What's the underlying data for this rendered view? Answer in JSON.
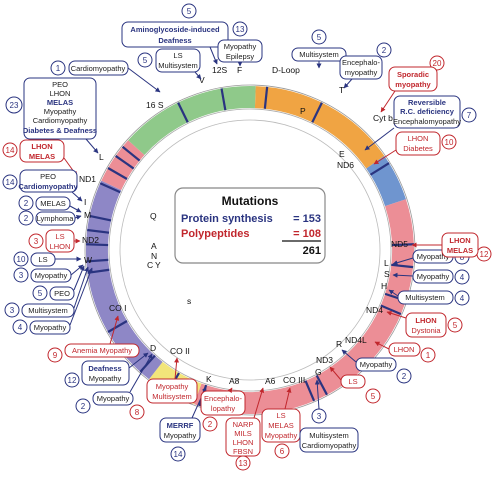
{
  "colors": {
    "navy": "#2a3480",
    "red": "#c1272d",
    "rrna_green": "#8fc98a",
    "dloop_orange": "#f0a443",
    "complex_i_pink": "#ec8e96",
    "complex_iv_purple": "#8e87c6",
    "complex_v_yellow": "#f2e57a",
    "cytb_blue": "#6f95cf"
  },
  "center_box": {
    "title": "Mutations",
    "protein_label": "Protein synthesis",
    "protein_eq": "= 153",
    "poly_label": "Polypeptides",
    "poly_eq": "= 108",
    "total": "261"
  },
  "genes": {
    "d_loop": "D-Loop",
    "f": "F",
    "v": "V",
    "s12": "12S",
    "s16": "16 S",
    "l_upper": "L",
    "nd1": "ND1",
    "i": "I",
    "q": "Q",
    "m": "M",
    "nd2": "ND2",
    "w": "W",
    "a": "A",
    "n": "N",
    "c": "C",
    "y": "Y",
    "s_inner": "s",
    "co1": "CO I",
    "d": "D",
    "co2": "CO II",
    "k": "K",
    "a8": "A8",
    "a6": "A6",
    "co3": "CO III",
    "g": "G",
    "nd3": "ND3",
    "r": "R",
    "nd4l": "ND4L",
    "nd4": "ND4",
    "h": "H",
    "s_right": "S",
    "l_right": "L",
    "nd5": "ND5",
    "nd6": "ND6",
    "e": "E",
    "cytb": "Cyt b",
    "t": "T",
    "p": "P"
  },
  "callouts": {
    "c16s_card": {
      "count": "1",
      "text": "Cardiomyopathy"
    },
    "c12s_deaf": {
      "count": "5",
      "text1": "Aminoglycoside-induced",
      "text2": "Deafness"
    },
    "cv_ls": {
      "count": "5",
      "text1": "LS",
      "text2": "Multisystem"
    },
    "cf_myo": {
      "count": "13",
      "text1": "Myopathy",
      "text2": "Epilepsy"
    },
    "cdl_multi": {
      "count": "5",
      "text": "Multisystem"
    },
    "ct_ence": {
      "count": "2",
      "text1": "Encephalo-",
      "text2": "myopathy"
    },
    "ccytb_spor": {
      "count": "20",
      "text1": "Sporadic",
      "text2": "myopathy"
    },
    "cp_rev": {
      "count": "7",
      "text1": "Reversible",
      "text2": "R.C. deficiency",
      "text3": "Encephalomyopathy"
    },
    "cnd6": {
      "count": "10",
      "text1": "LHON",
      "text2": "Diabetes"
    },
    "cl_big": {
      "count": "23",
      "text1": "PEO",
      "text2": "LHON",
      "text3": "MELAS",
      "text4": "Myopathy",
      "text5": "Cardiomyopathy",
      "text6": "Diabetes & Deafness"
    },
    "cnd1": {
      "count": "14",
      "text1": "LHON",
      "text2": "MELAS"
    },
    "ci": {
      "count": "14",
      "text1": "PEO",
      "text2": "Cardiomyopathy"
    },
    "cm_melas": {
      "count": "2",
      "text": "MELAS"
    },
    "cm_lymph": {
      "count": "2",
      "text": "Lymphoma"
    },
    "cnd2": {
      "count": "3",
      "text1": "LS",
      "text2": "LHON"
    },
    "cw_ls": {
      "count": "10",
      "text": "LS"
    },
    "cw_myo": {
      "count": "3",
      "text": "Myopathy"
    },
    "cw_peo": {
      "count": "5",
      "text": "PEO"
    },
    "cw_multi": {
      "count": "3",
      "text": "Multisystem"
    },
    "cw_myo2": {
      "count": "4",
      "text": "Myopathy"
    },
    "cco1": {
      "count": "9",
      "text": "Anemia Myopathy"
    },
    "cd_deaf": {
      "count": "12",
      "text1": "Deafness",
      "text2": "Myopathy"
    },
    "cd_myo": {
      "count": "2",
      "text": "Myopathy"
    },
    "cco2": {
      "count": "8",
      "text1": "Myopathy",
      "text2": "Multisystem"
    },
    "ck_merrf": {
      "count": "14",
      "text1": "MERRF",
      "text2": "Myopathy"
    },
    "ca8": {
      "count": "2",
      "text1": "Encephalo-",
      "text2": "lopathy"
    },
    "ca6": {
      "count": "13",
      "text1": "NARP",
      "text2": "MILS",
      "text3": "LHON",
      "text4": "FBSN"
    },
    "cco3": {
      "count": "6",
      "text1": "LS",
      "text2": "MELAS",
      "text3": "Myopathy"
    },
    "cg": {
      "count": "3",
      "text1": "Multisystem",
      "text2": "Cardiomyopathy"
    },
    "cnd3": {
      "count": "5",
      "text": "LS"
    },
    "cr": {
      "count": "2",
      "text": "Myopathy"
    },
    "cnd4l": {
      "count": "1",
      "text": "LHON"
    },
    "cnd4": {
      "count": "5",
      "text1": "LHON",
      "text2": "Dystonia"
    },
    "ch": {
      "count": "4",
      "text": "Multisystem"
    },
    "cs": {
      "count": "4",
      "text": "Myopathy"
    },
    "cl2": {
      "count": "8",
      "text": "Myopathy"
    },
    "cnd5": {
      "count": "12",
      "text1": "LHON",
      "text2": "MELAS"
    }
  }
}
